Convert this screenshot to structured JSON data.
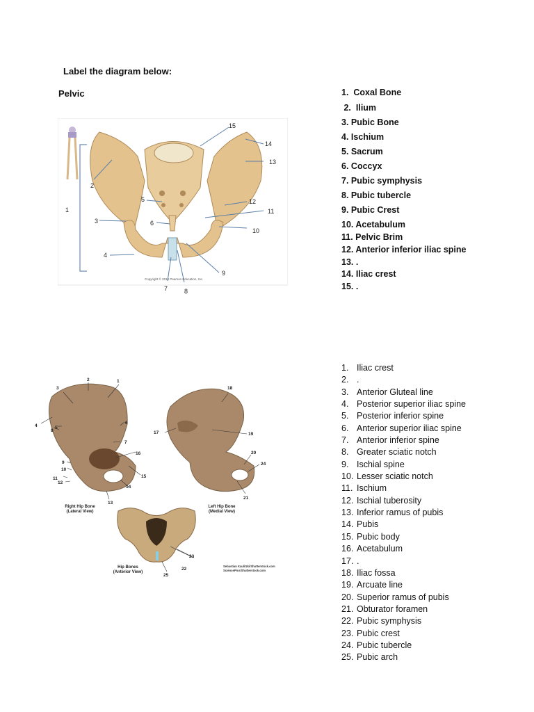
{
  "heading": "Label the diagram below:",
  "subheading": "Pelvic",
  "list1": [
    {
      "num": "1.",
      "text": "Coxal Bone"
    },
    {
      "num": "2.",
      "text": "Ilium"
    },
    {
      "num": "3.",
      "text": "Pubic Bone"
    },
    {
      "num": "4.",
      "text": "Ischium"
    },
    {
      "num": "5.",
      "text": "Sacrum"
    },
    {
      "num": "6.",
      "text": "Coccyx"
    },
    {
      "num": "7.",
      "text": "Pubic symphysis"
    },
    {
      "num": "8.",
      "text": "Pubic tubercle"
    },
    {
      "num": "9.",
      "text": "Pubic Crest"
    },
    {
      "num": "10.",
      "text": "Acetabulum"
    },
    {
      "num": "11.",
      "text": "Pelvic Brim"
    },
    {
      "num": "12.",
      "text": "Anterior inferior iliac spine"
    },
    {
      "num": "13.",
      "text": "."
    },
    {
      "num": "14.",
      "text": "Iliac crest"
    },
    {
      "num": "15.",
      "text": "."
    }
  ],
  "list2": [
    {
      "num": "1.",
      "text": "Iliac crest"
    },
    {
      "num": "2.",
      "text": "."
    },
    {
      "num": "3.",
      "text": "Anterior Gluteal line"
    },
    {
      "num": "4.",
      "text": "Posterior superior iliac spine"
    },
    {
      "num": "5.",
      "text": "Posterior inferior spine"
    },
    {
      "num": "6.",
      "text": "Anterior superior iliac spine"
    },
    {
      "num": "7.",
      "text": "Anterior inferior spine"
    },
    {
      "num": "8.",
      "text": "Greater sciatic notch"
    },
    {
      "num": "9.",
      "text": "Ischial spine"
    },
    {
      "num": "10.",
      "text": "Lesser sciatic notch"
    },
    {
      "num": "11.",
      "text": "Ischium"
    },
    {
      "num": "12.",
      "text": "Ischial tuberosity"
    },
    {
      "num": "13.",
      "text": "Inferior ramus of pubis"
    },
    {
      "num": "14.",
      "text": "Pubis"
    },
    {
      "num": "15.",
      "text": "Pubic body"
    },
    {
      "num": "16.",
      "text": "Acetabulum"
    },
    {
      "num": "17.",
      "text": "."
    },
    {
      "num": "18.",
      "text": "Iliac fossa"
    },
    {
      "num": "19.",
      "text": "Arcuate line"
    },
    {
      "num": "20.",
      "text": "Superior ramus of pubis"
    },
    {
      "num": "21.",
      "text": "Obturator foramen"
    },
    {
      "num": "22.",
      "text": "Pubic symphysis"
    },
    {
      "num": "23.",
      "text": "Pubic crest"
    },
    {
      "num": "24.",
      "text": "Pubic tubercle"
    },
    {
      "num": "25.",
      "text": "Pubic arch"
    }
  ],
  "diagram1": {
    "callouts": [
      "1",
      "2",
      "3",
      "4",
      "5",
      "6",
      "7",
      "8",
      "9",
      "10",
      "11",
      "12",
      "13",
      "14",
      "15"
    ],
    "copyright": "Copyright © 2010 Pearson Education, Inc."
  },
  "diagram2": {
    "callouts": [
      "1",
      "2",
      "3",
      "4",
      "5",
      "6",
      "7",
      "8",
      "9",
      "10",
      "11",
      "12",
      "13",
      "14",
      "15",
      "16",
      "17",
      "18",
      "19",
      "20",
      "21",
      "22",
      "23",
      "24",
      "25"
    ],
    "caption_right_hip": [
      "Right Hip Bone",
      "(Lateral View)"
    ],
    "caption_left_hip": [
      "Left Hip Bone",
      "(Medial View)"
    ],
    "caption_hip_bones": [
      "Hip Bones",
      "(Anterior View)"
    ],
    "credit": [
      "Sebastian Kaulitzki/Shutterstock.com",
      "SciencePics/Shutterstock.com"
    ]
  },
  "colors": {
    "bone": "#d8b888",
    "bone_dark": "#b08a58",
    "bone2": "#b89a78",
    "arrow": "#5a7fa8"
  }
}
